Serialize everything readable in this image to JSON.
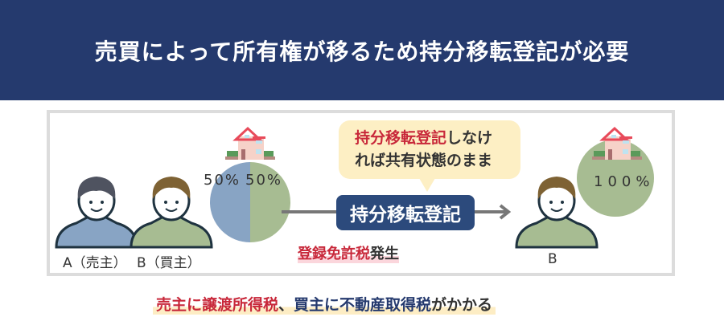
{
  "header": {
    "title": "売買によって所有権が移るため持分移転登記が必要"
  },
  "before": {
    "person_a_label": "A（売主）",
    "person_b_label": "B（買主）",
    "share_a": "50%",
    "share_b": "50%"
  },
  "bubble": {
    "highlight": "持分移転登記",
    "rest_line1": "しなけ",
    "line2": "れば共有状態のまま"
  },
  "arrow": {
    "label": "持分移転登記"
  },
  "tax": {
    "highlight": "登録免許税",
    "rest": "発生"
  },
  "after": {
    "person_label": "B",
    "share": "100%"
  },
  "bottom": {
    "part1": "売主に譲渡所得税",
    "sep": "、",
    "part2": "買主に不動産取得税",
    "part3": "がかかる"
  },
  "colors": {
    "header": "#253a6e",
    "seller": "#88a4c4",
    "buyer": "#a7bc92",
    "accent_red": "#c8283a"
  }
}
